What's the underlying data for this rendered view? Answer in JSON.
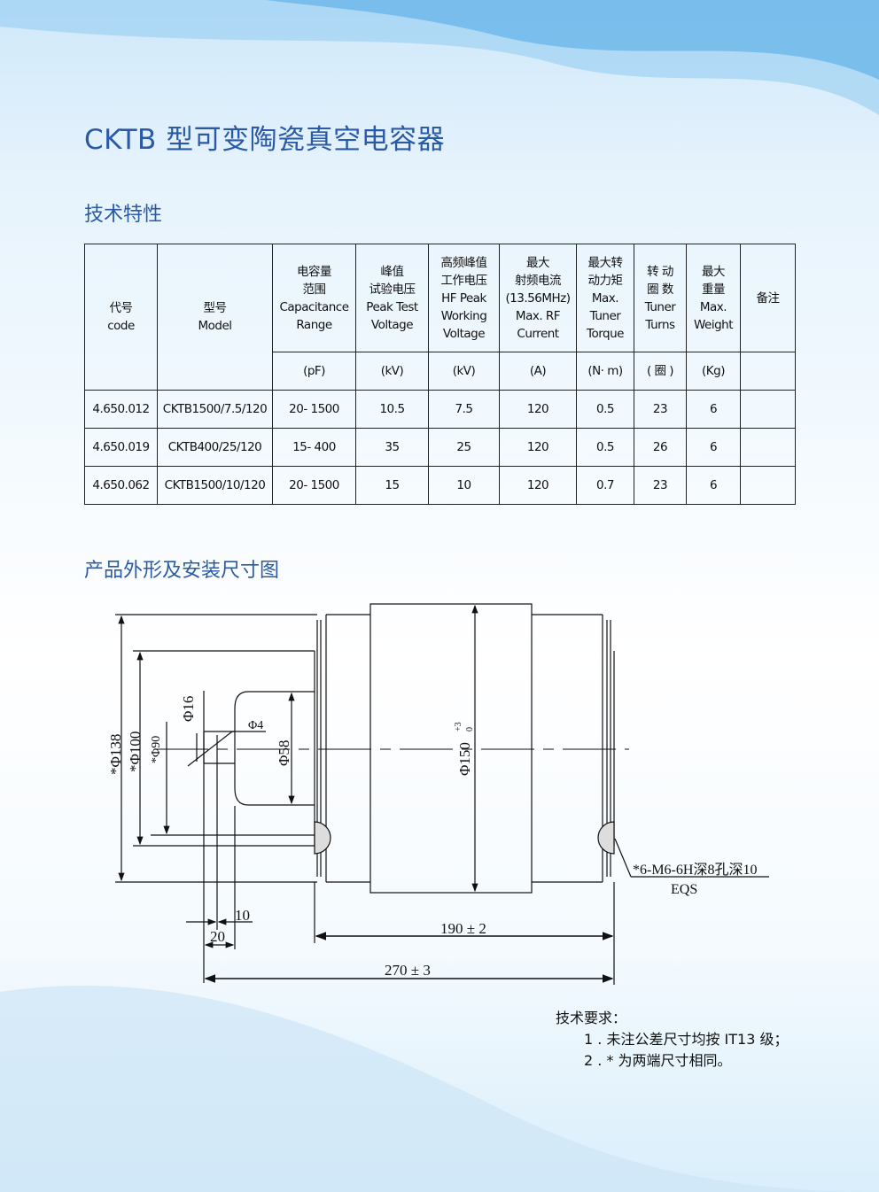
{
  "title": "CKTB 型可变陶瓷真空电容器",
  "section_specs": "技术特性",
  "section_drawing": "产品外形及安装尺寸图",
  "table": {
    "headers": [
      [
        "代号",
        "code"
      ],
      [
        "型号",
        "Model"
      ],
      [
        "电容量",
        "范围",
        "Capacitance",
        "Range"
      ],
      [
        "峰值",
        "试验电压",
        "Peak Test",
        "Voltage"
      ],
      [
        "高频峰值",
        "工作电压",
        "HF Peak",
        "Working",
        "Voltage"
      ],
      [
        "最大",
        "射频电流",
        "(13.56MHz)",
        "Max. RF",
        "Current"
      ],
      [
        "最大转",
        "动力矩",
        "Max.",
        "Tuner",
        "Torque"
      ],
      [
        "转 动",
        "圈 数",
        "Tuner",
        "Turns"
      ],
      [
        "最大",
        "重量",
        "Max.",
        "Weight"
      ],
      [
        "备注"
      ]
    ],
    "units": [
      "(pF)",
      "(kV)",
      "(kV)",
      "(A)",
      "(N· m)",
      "( 圈 )",
      "(Kg)"
    ],
    "rows": [
      [
        "4.650.012",
        "CKTB1500/7.5/120",
        "20- 1500",
        "10.5",
        "7.5",
        "120",
        "0.5",
        "23",
        "6",
        ""
      ],
      [
        "4.650.019",
        "CKTB400/25/120",
        "15- 400",
        "35",
        "25",
        "120",
        "0.5",
        "26",
        "6",
        ""
      ],
      [
        "4.650.062",
        "CKTB1500/10/120",
        "20- 1500",
        "15",
        "10",
        "120",
        "0.7",
        "23",
        "6",
        ""
      ]
    ]
  },
  "drawing": {
    "d138": "*Φ138",
    "d100": "*Φ100",
    "d90": "*Φ90",
    "d16": "Φ16",
    "d4": "Φ4",
    "d58": "Φ58",
    "d150": "Φ150",
    "d150_tol_upper": "+3",
    "d150_tol_lower": "0",
    "len10": "10",
    "len20": "20",
    "len190": "190 ± 2",
    "len270": "270 ± 3",
    "thread_note": "*6-M6-6H深8孔深10",
    "thread_eqs": "EQS"
  },
  "notes": {
    "heading": "技术要求：",
    "items": [
      "1 . 未注公差尺寸均按 IT13 级；",
      "2 . * 为两端尺寸相同。"
    ]
  }
}
